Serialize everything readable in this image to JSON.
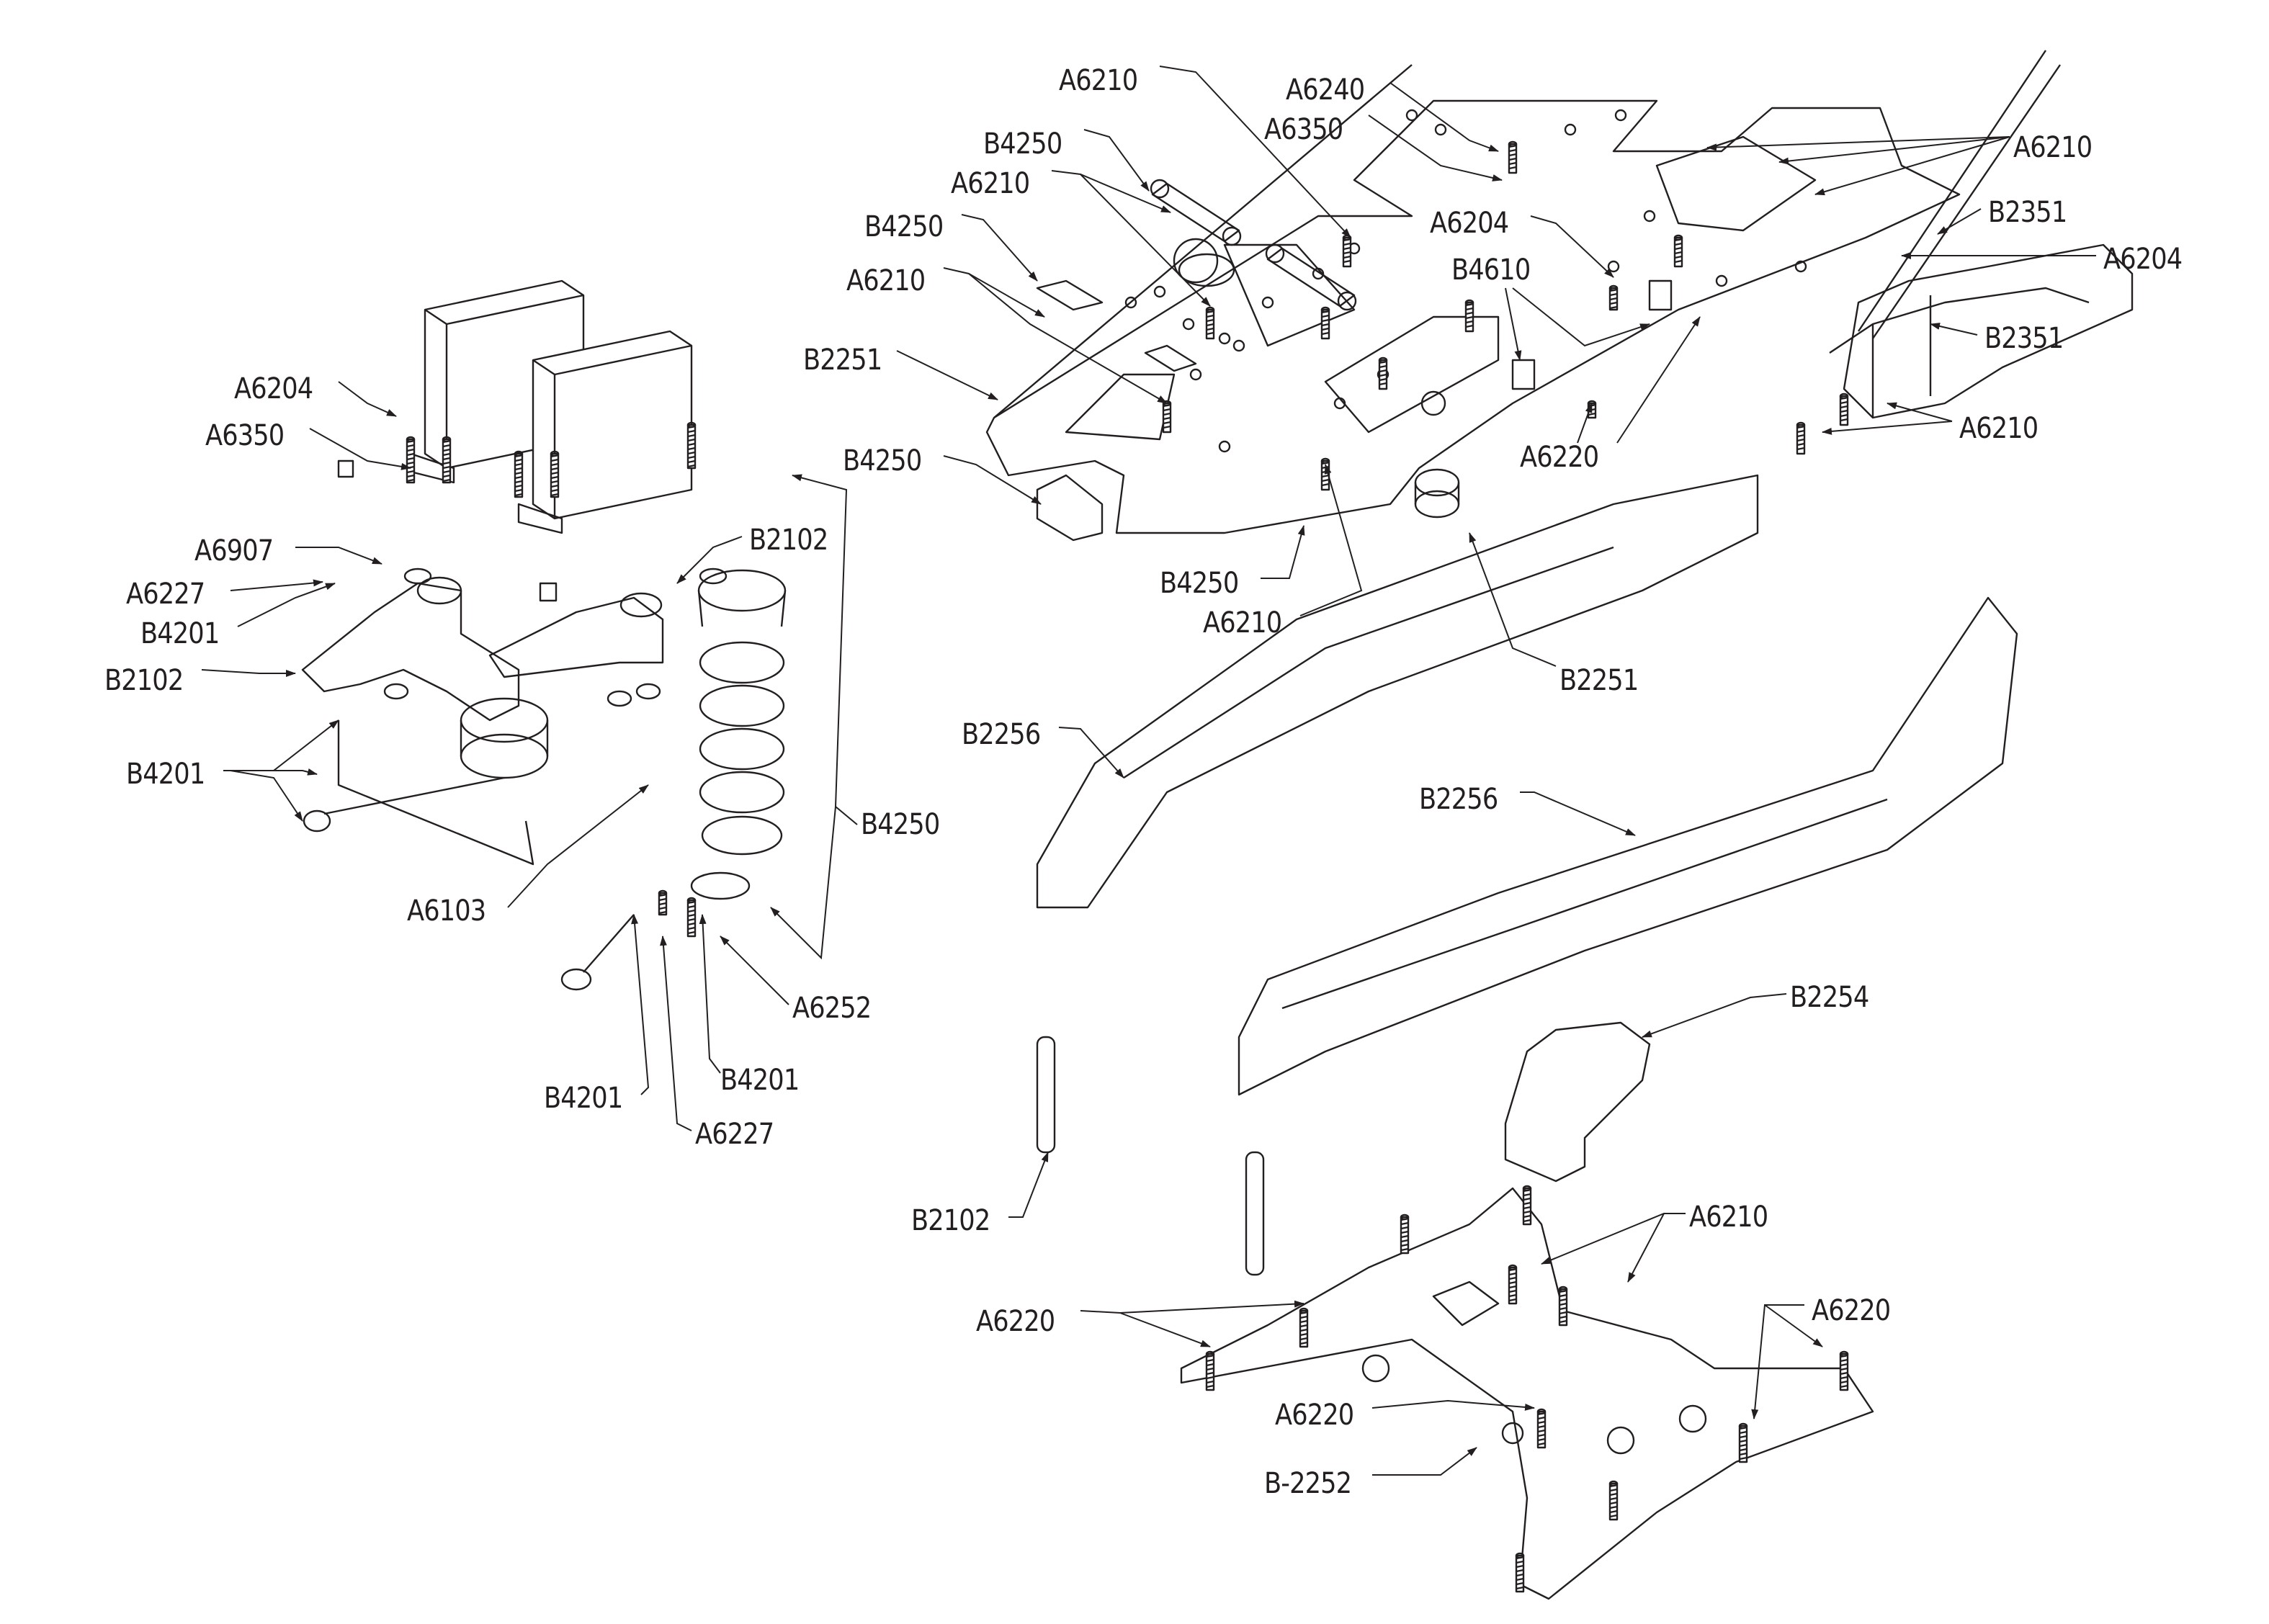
{
  "diagram": {
    "type": "exploded-assembly",
    "title": "",
    "callouts": [
      {
        "id": "c1",
        "label": "A6210",
        "group": "top-plate"
      },
      {
        "id": "c2",
        "label": "A6240",
        "group": "top-plate"
      },
      {
        "id": "c3",
        "label": "A6350",
        "group": "top-plate"
      },
      {
        "id": "c4",
        "label": "B4250",
        "group": "top-plate"
      },
      {
        "id": "c5",
        "label": "A6210",
        "group": "top-plate"
      },
      {
        "id": "c6",
        "label": "B4250",
        "group": "top-plate"
      },
      {
        "id": "c7",
        "label": "A6210",
        "group": "top-plate"
      },
      {
        "id": "c8",
        "label": "B2251",
        "group": "top-plate"
      },
      {
        "id": "c9",
        "label": "B4250",
        "group": "top-plate"
      },
      {
        "id": "c10",
        "label": "B4250",
        "group": "top-plate"
      },
      {
        "id": "c11",
        "label": "A6210",
        "group": "top-plate"
      },
      {
        "id": "c12",
        "label": "A6204",
        "group": "top-plate"
      },
      {
        "id": "c13",
        "label": "B4610",
        "group": "top-plate"
      },
      {
        "id": "c14",
        "label": "A6220",
        "group": "top-plate"
      },
      {
        "id": "c15",
        "label": "A6210",
        "group": "rear-box"
      },
      {
        "id": "c16",
        "label": "B2351",
        "group": "rear-box"
      },
      {
        "id": "c17",
        "label": "A6204",
        "group": "rear-box"
      },
      {
        "id": "c18",
        "label": "B2351",
        "group": "rear-box"
      },
      {
        "id": "c19",
        "label": "A6210",
        "group": "rear-box"
      },
      {
        "id": "c20",
        "label": "B2251",
        "group": "top-plate"
      },
      {
        "id": "c21",
        "label": "A6204",
        "group": "servos"
      },
      {
        "id": "c22",
        "label": "A6350",
        "group": "servos"
      },
      {
        "id": "c23",
        "label": "A6907",
        "group": "steering"
      },
      {
        "id": "c24",
        "label": "A6227",
        "group": "steering"
      },
      {
        "id": "c25",
        "label": "B4201",
        "group": "steering"
      },
      {
        "id": "c26",
        "label": "B2102",
        "group": "steering"
      },
      {
        "id": "c27",
        "label": "B2102",
        "group": "steering"
      },
      {
        "id": "c28",
        "label": "B4201",
        "group": "steering"
      },
      {
        "id": "c29",
        "label": "B4250",
        "group": "steering"
      },
      {
        "id": "c30",
        "label": "A6103",
        "group": "steering"
      },
      {
        "id": "c31",
        "label": "A6252",
        "group": "steering"
      },
      {
        "id": "c32",
        "label": "B4201",
        "group": "steering"
      },
      {
        "id": "c33",
        "label": "B4201",
        "group": "steering"
      },
      {
        "id": "c34",
        "label": "A6227",
        "group": "steering"
      },
      {
        "id": "c35",
        "label": "B2256",
        "group": "side-rails"
      },
      {
        "id": "c36",
        "label": "B2256",
        "group": "side-rails"
      },
      {
        "id": "c37",
        "label": "B2254",
        "group": "side-rails"
      },
      {
        "id": "c38",
        "label": "B2102",
        "group": "side-rails"
      },
      {
        "id": "c39",
        "label": "A6210",
        "group": "bottom-plate"
      },
      {
        "id": "c40",
        "label": "A6220",
        "group": "bottom-plate"
      },
      {
        "id": "c41",
        "label": "A6220",
        "group": "bottom-plate"
      },
      {
        "id": "c42",
        "label": "A6220",
        "group": "bottom-plate"
      },
      {
        "id": "c43",
        "label": "B-2252",
        "group": "bottom-plate"
      }
    ],
    "colors": {
      "ink": "#231f20",
      "paper": "#ffffff"
    }
  }
}
